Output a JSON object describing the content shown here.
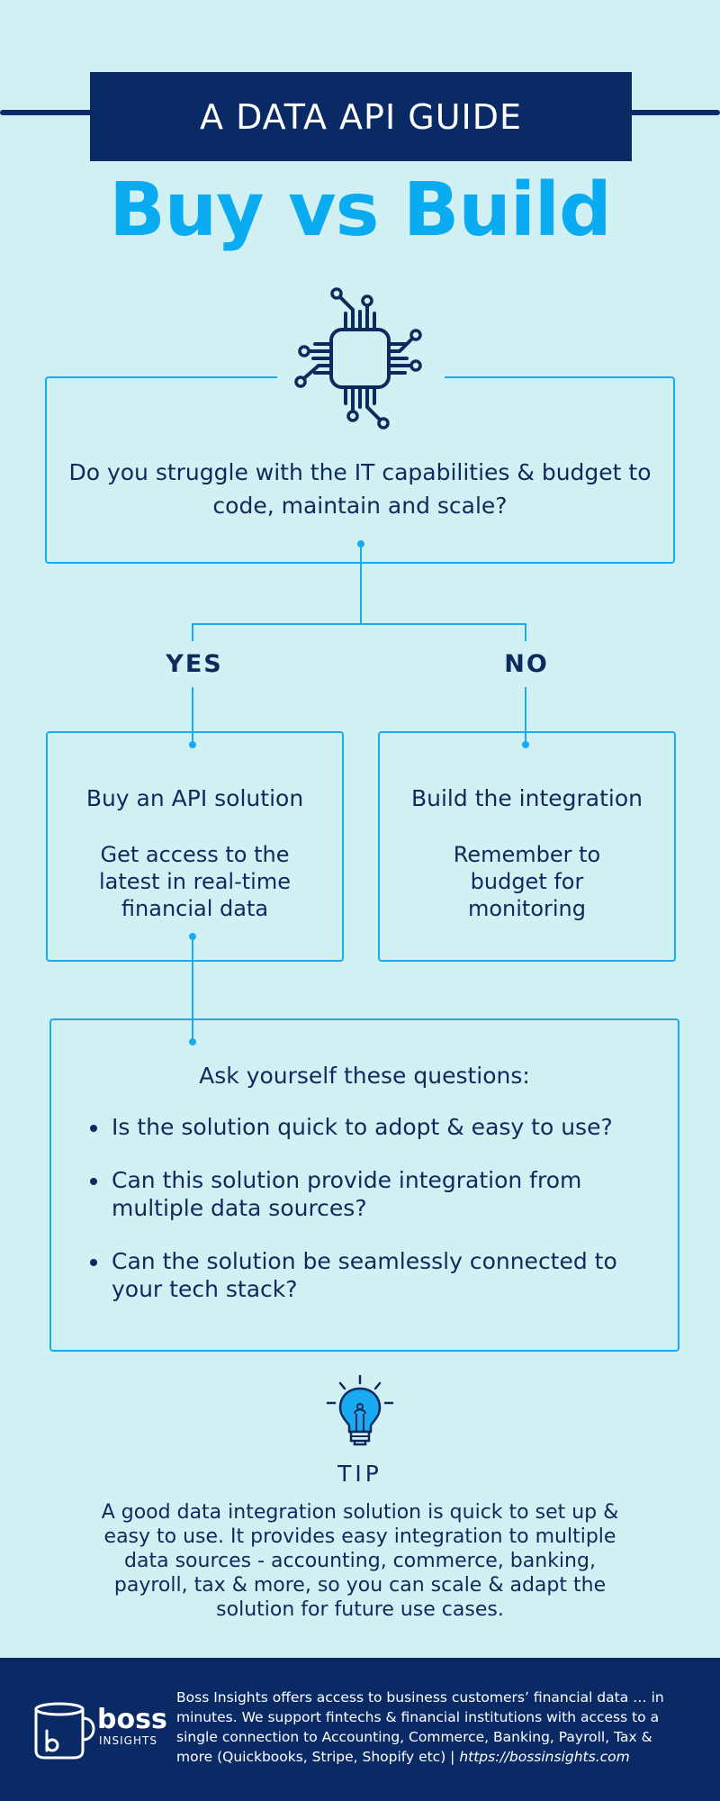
{
  "header": {
    "subtitle": "A DATA API GUIDE",
    "title": "Buy vs Build"
  },
  "question": {
    "text": "Do you struggle with the IT capabilities & budget to code, maintain and scale?",
    "icon": "circuit-chip-icon"
  },
  "branches": {
    "yes_label": "YES",
    "no_label": "NO"
  },
  "buy": {
    "title": "Buy an API solution",
    "text": "Get access to the latest in real-time financial data"
  },
  "build": {
    "title": "Build the integration",
    "text": "Remember to budget for monitoring"
  },
  "ask": {
    "heading": "Ask yourself these questions:",
    "items": [
      "Is the solution quick to adopt & easy to use?",
      "Can this solution provide integration from multiple data sources?",
      "Can the solution be seamlessly connected to your tech stack?"
    ]
  },
  "tip": {
    "label": "TIP",
    "icon": "lightbulb-icon",
    "text": "A good data integration solution is quick to set up & easy to use. It provides easy integration to multiple data sources - accounting, commerce, banking, payroll, tax & more, so you can scale & adapt the solution for future use cases."
  },
  "footer": {
    "logo_word": "boss",
    "logo_sub": "INSIGHTS",
    "text": "Boss Insights offers access to business customers’ financial data … in minutes. We support fintechs & financial institutions with access to a single connection to Accounting, Commerce, Banking, Payroll, Tax & more (Quickbooks, Stripe, Shopify etc) | ",
    "link": "https://bossinsights.com"
  },
  "colors": {
    "background": "#d0f0f3",
    "navy": "#0a2a66",
    "accent": "#0aabf0",
    "text": "#0e2a5c"
  }
}
